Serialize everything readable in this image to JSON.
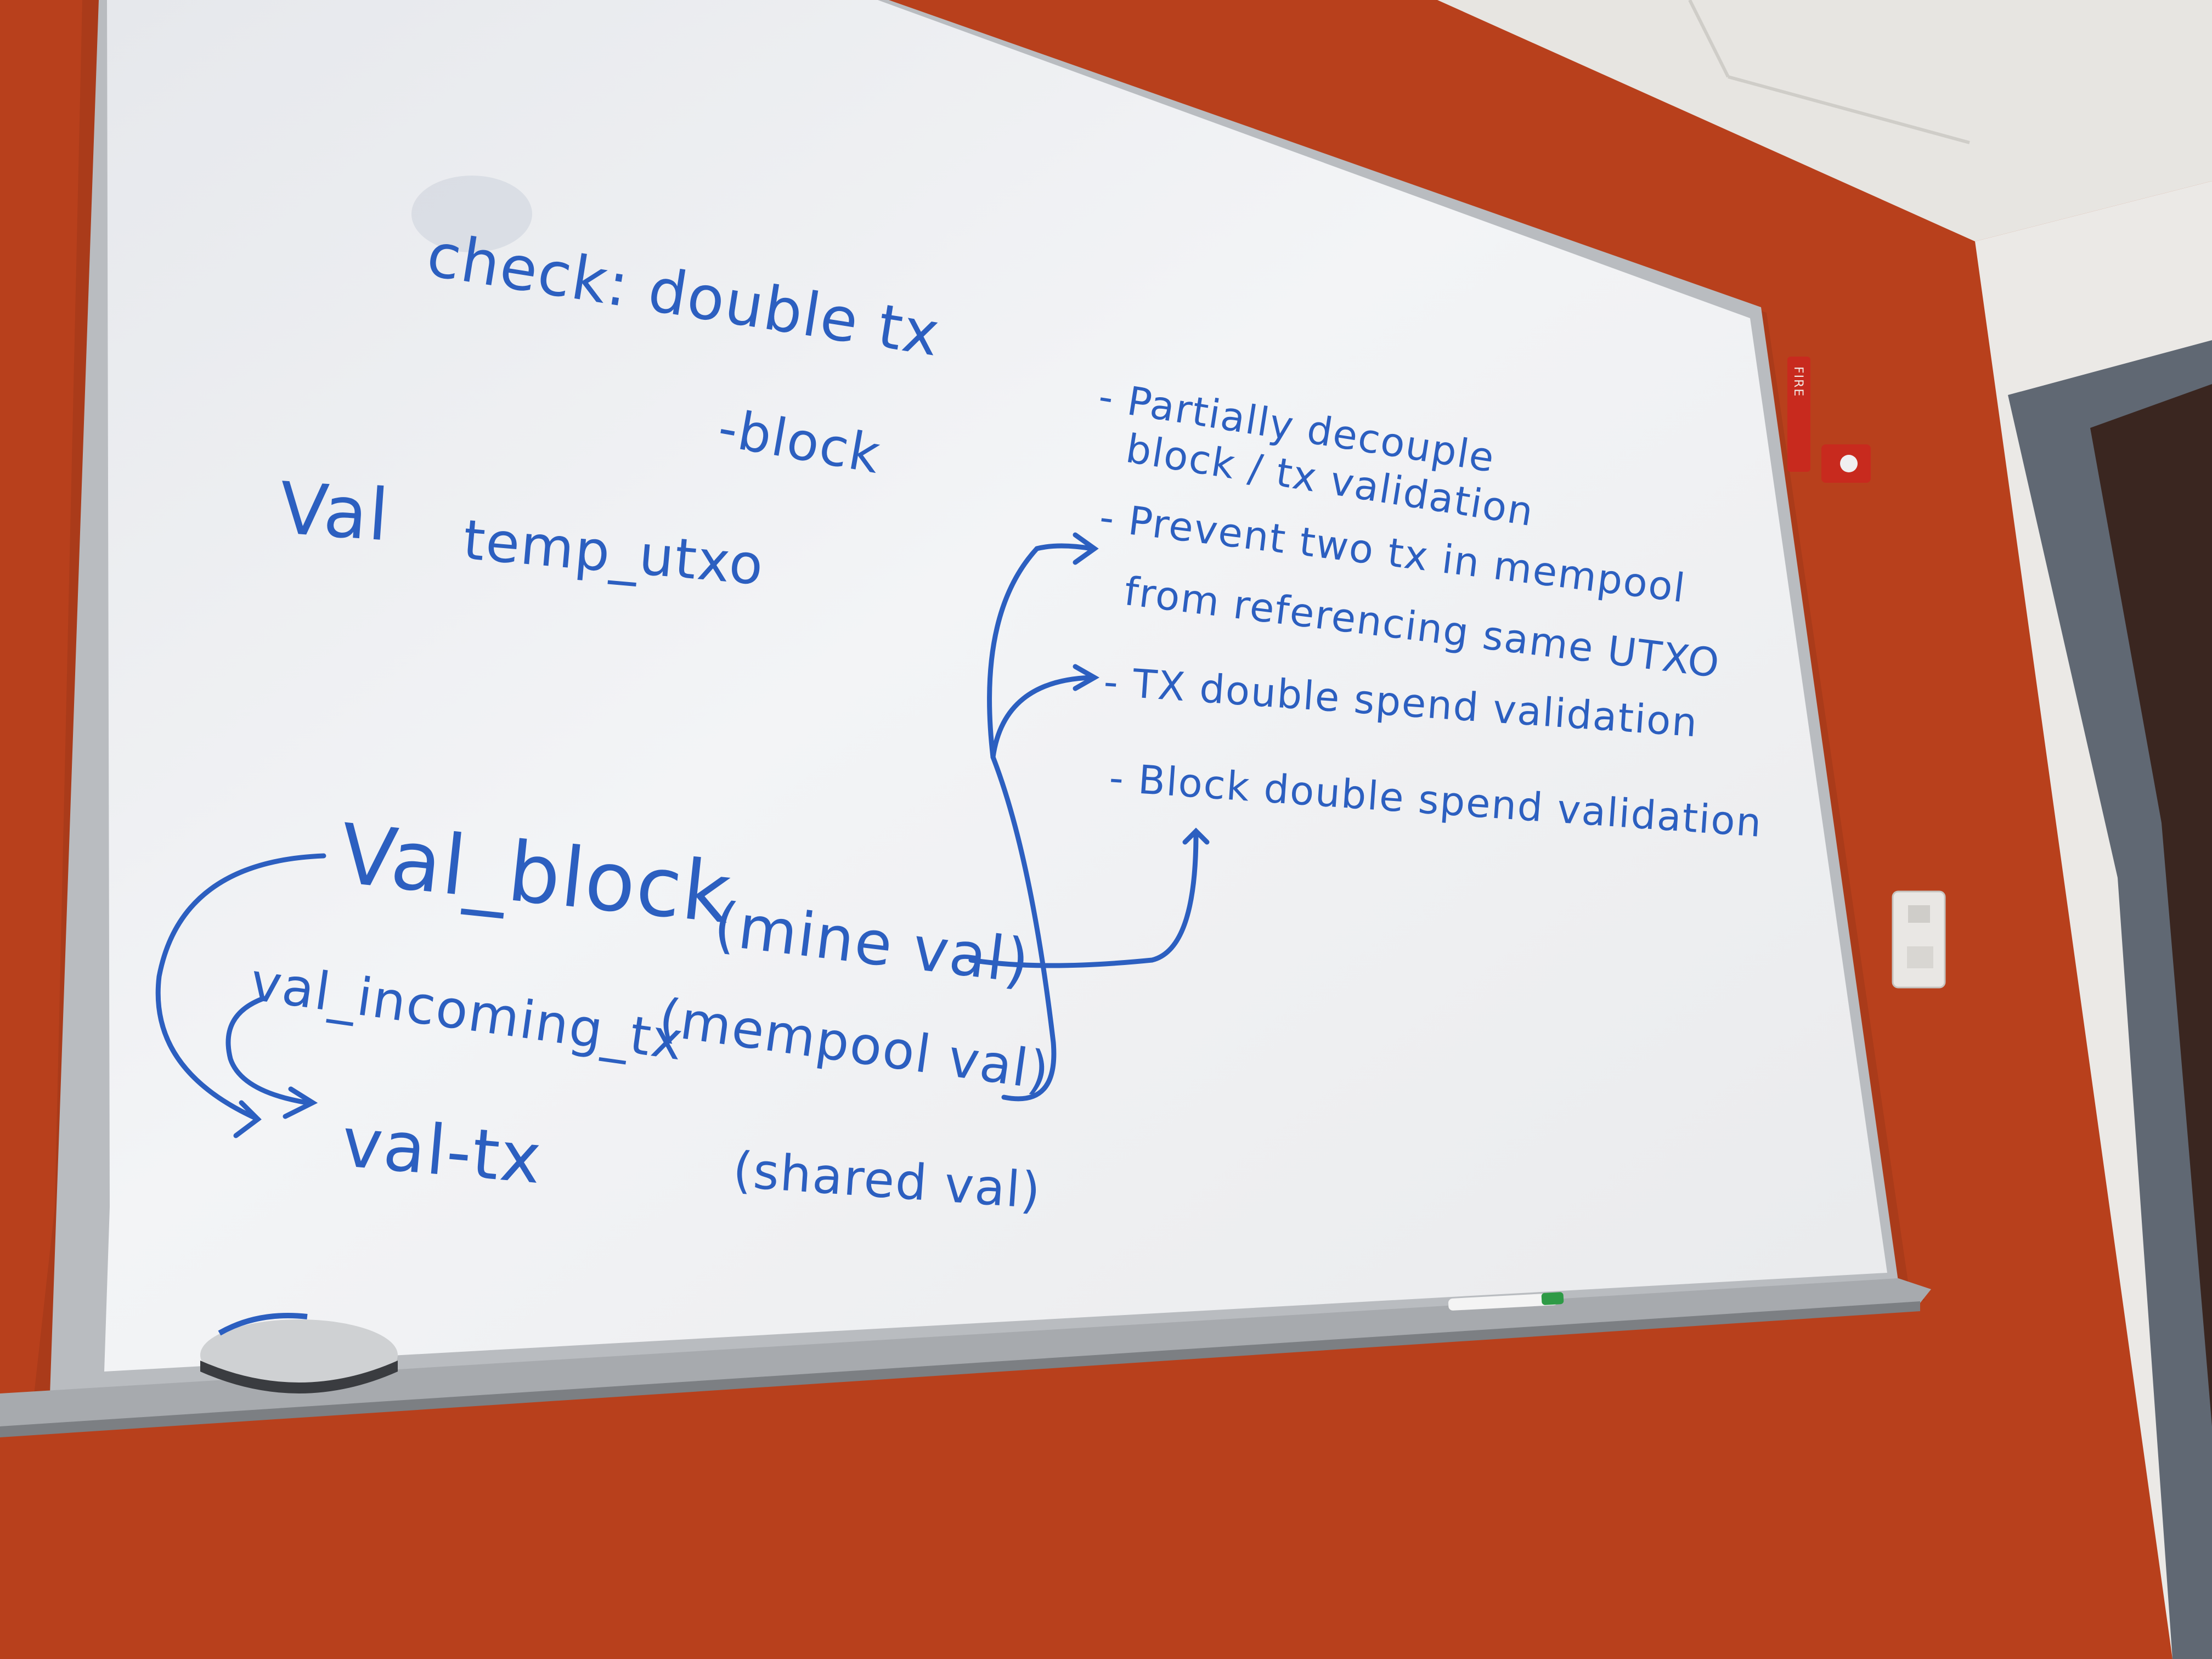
{
  "scene": {
    "description_colors": {
      "wall": "#b8401c",
      "board": "#eef0f2",
      "frame": "#b9bcc0",
      "marker_ink": "#2c5fc0",
      "ceiling": "#e6e4e0"
    },
    "fire_alarm_label": "FIRE"
  },
  "whiteboard": {
    "notes_left": {
      "line1": "check: double tx",
      "line2": "-block",
      "line3_a": "Val",
      "line3_b": "temp_utxo"
    },
    "functions": {
      "val_block": "Val_block",
      "val_block_note": "(mine val)",
      "val_incoming_tx": "val_incoming_tx",
      "val_incoming_tx_note": "(mempool val)",
      "val_tx": "val-tx",
      "val_tx_note": "(shared val)"
    },
    "goals": {
      "g1_line1": "- Partially decouple",
      "g1_line2": "block / tx validation",
      "g2_line1": "- Prevent two tx in mempool",
      "g2_line2": "from referencing same UTXO",
      "g3": "- TX double spend validation",
      "g4": "- Block double spend validation"
    }
  }
}
